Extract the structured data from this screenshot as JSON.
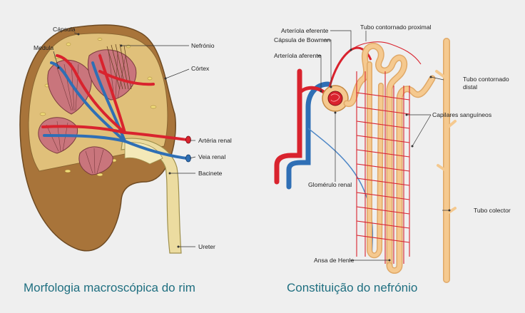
{
  "kidney": {
    "caption": "Morfologia macroscópica do rim",
    "labels": {
      "capsula": "Cápsula",
      "medula": "Medula",
      "nefronio": "Nefrónio",
      "cortex": "Córtex",
      "arteria_renal": "Artéria renal",
      "veia_renal": "Veia renal",
      "bacinete": "Bacinete",
      "ureter": "Ureter"
    }
  },
  "nephron": {
    "caption": "Constituição do nefrónio",
    "labels": {
      "arteriola_eferente": "Arteríola eferente",
      "capsula_bowman": "Cápsula de Bowman",
      "arteriola_aferente": "Arteríola aferente",
      "tubo_proximal": "Tubo contornado proximal",
      "tubo_distal_1": "Tubo contornado",
      "tubo_distal_2": "distal",
      "capilares": "Capilares sanguíneos",
      "glomerulo": "Glomérulo renal",
      "tubo_colector": "Tubo colector",
      "ansa_henle": "Ansa de Henle"
    }
  },
  "colors": {
    "artery": "#d9232e",
    "vein": "#2f6fb5",
    "tubule": "#f5c98f",
    "kidney_outer": "#a8743a",
    "pelvis": "#ecdca0",
    "pyramid": "#c9757c",
    "caption": "#1f6f80"
  }
}
